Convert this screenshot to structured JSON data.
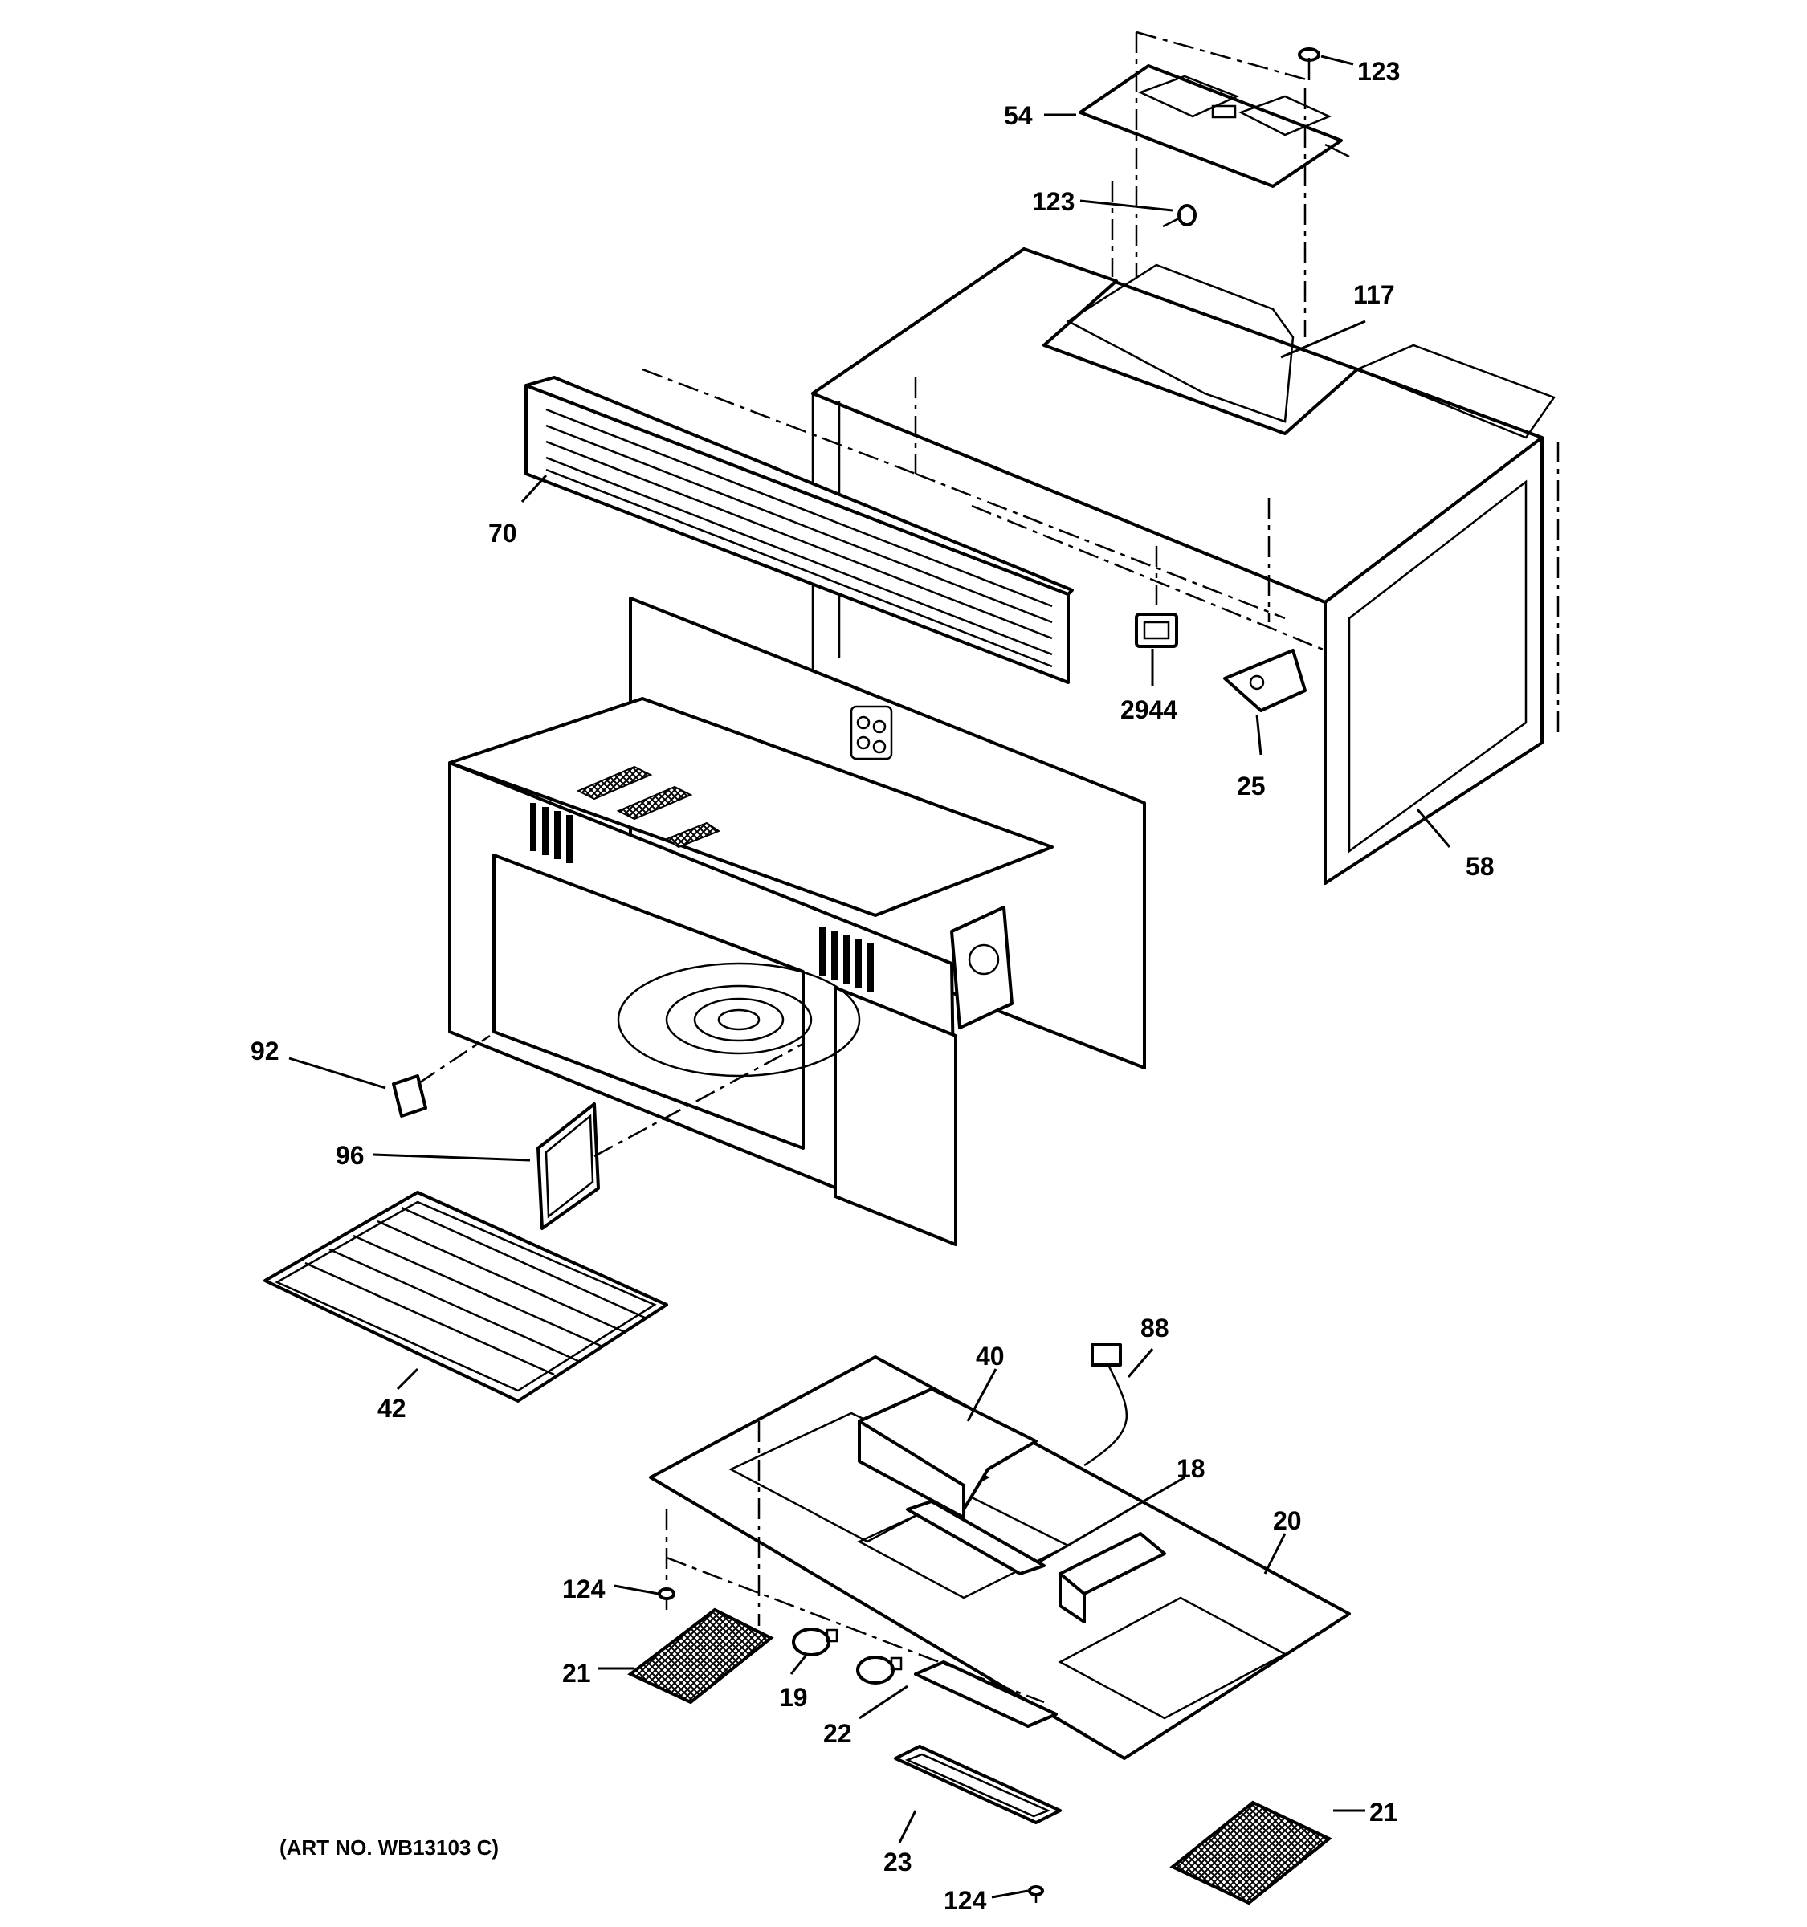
{
  "art_number": "(ART NO. WB13103 C)",
  "callouts": {
    "c123_top": "123",
    "c54": "54",
    "c123_mid": "123",
    "c117": "117",
    "c70": "70",
    "c2944": "2944",
    "c25": "25",
    "c58": "58",
    "c92": "92",
    "c96": "96",
    "c42": "42",
    "c88": "88",
    "c40": "40",
    "c18": "18",
    "c20": "20",
    "c124_left": "124",
    "c21_left": "21",
    "c19": "19",
    "c22": "22",
    "c23": "23",
    "c124_bottom": "124",
    "c21_right": "21"
  }
}
